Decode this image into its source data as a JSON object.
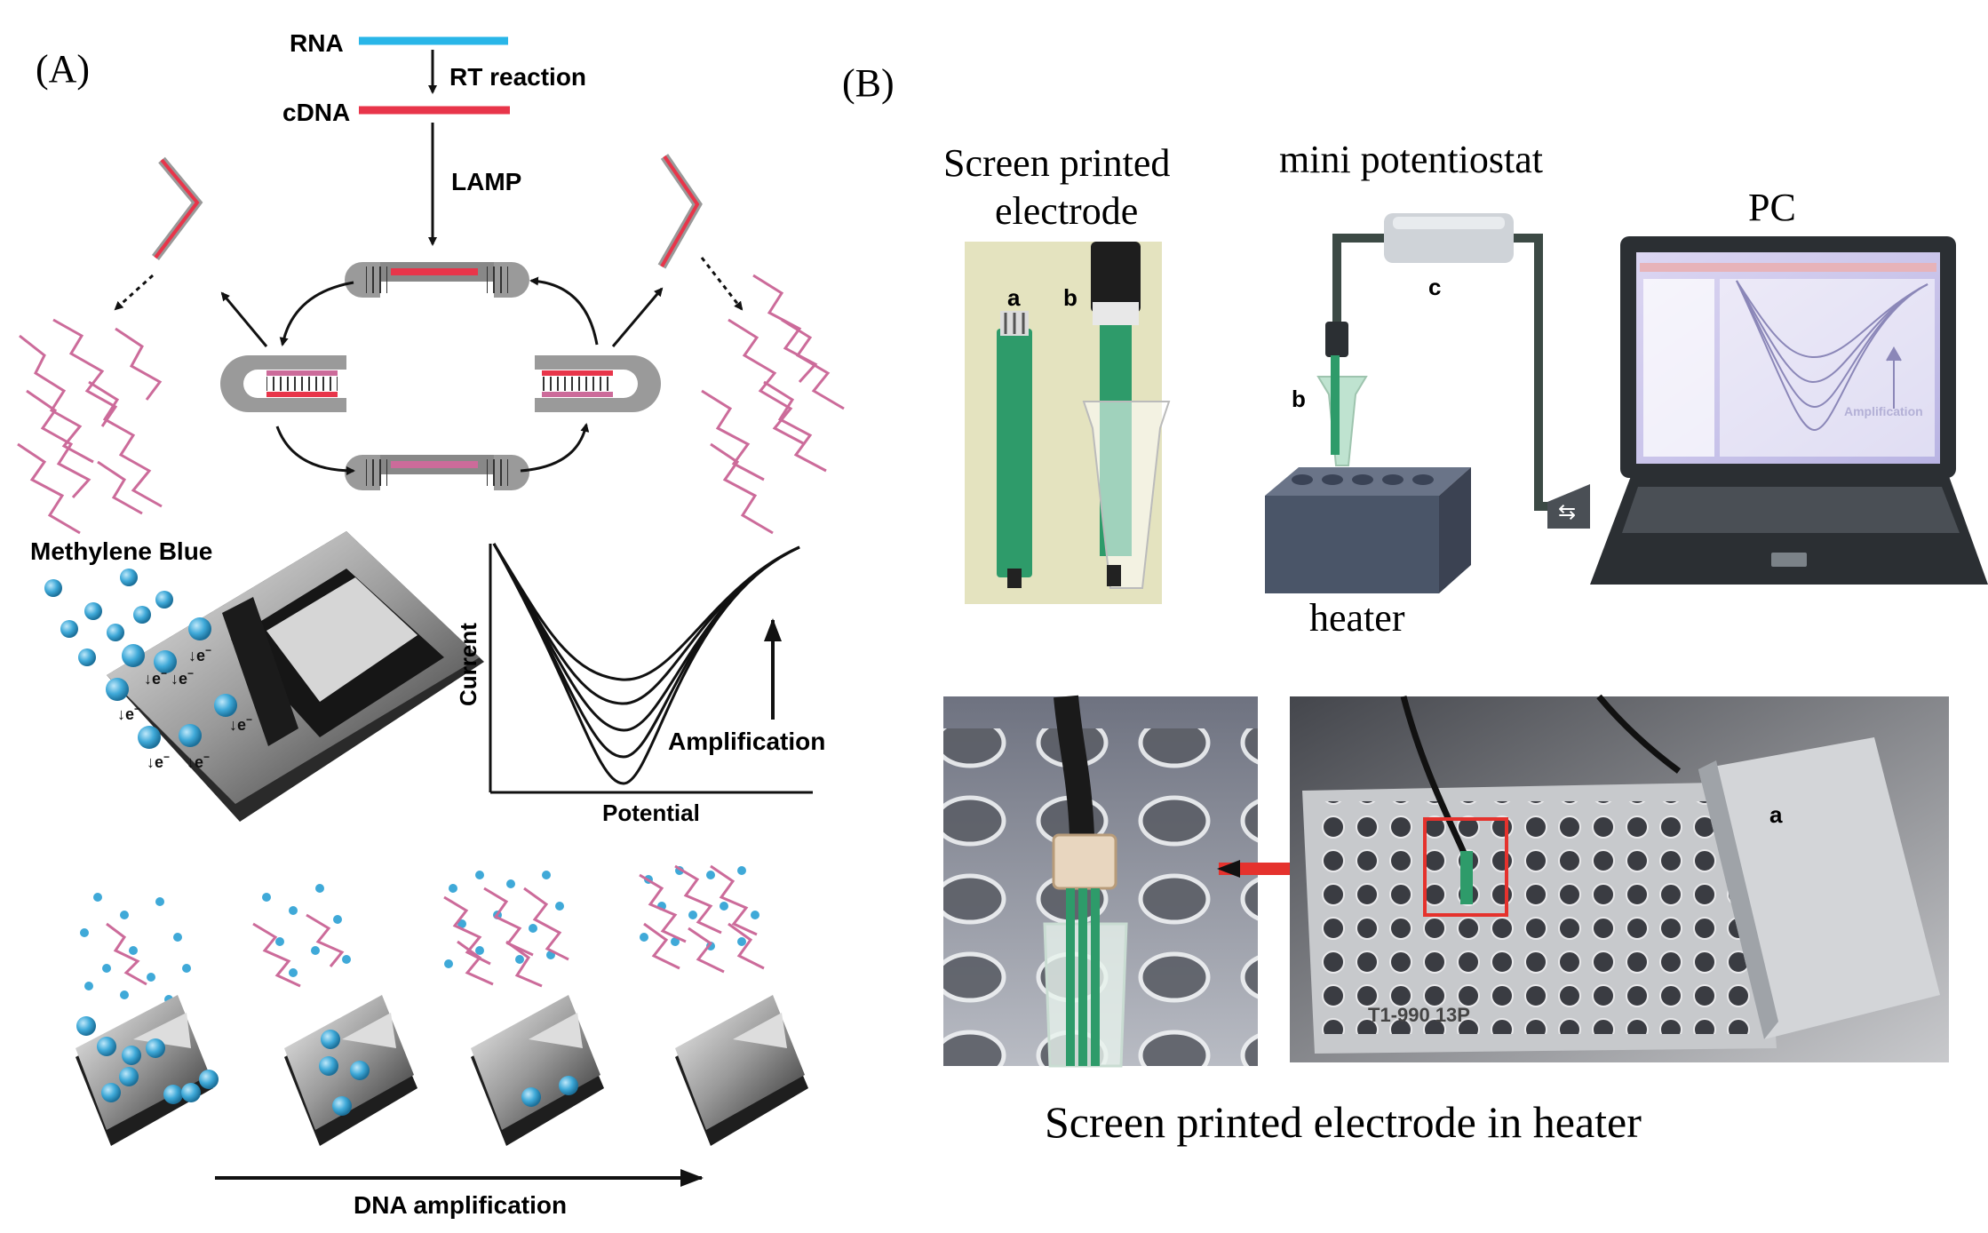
{
  "panel_a": {
    "label": "(A)",
    "rna": "RNA",
    "rt_reaction": "RT reaction",
    "cdna": "cDNA",
    "lamp": "LAMP",
    "methylene_blue": "Methylene Blue",
    "electron": "e",
    "electron_sup": "−",
    "current": "Current",
    "potential": "Potential",
    "amplification": "Amplification",
    "dna_amplification": "DNA amplification"
  },
  "panel_b": {
    "label": "(B)",
    "spe_line1": "Screen printed",
    "spe_line2": "electrode",
    "mini_potentiostat": "mini potentiostat",
    "pc": "PC",
    "heater": "heater",
    "marker_a": "a",
    "marker_b": "b",
    "marker_c": "c",
    "screen_amplification": "Amplification",
    "plate_text": "T1-990    13P",
    "caption": "Screen printed electrode in heater"
  },
  "colors": {
    "rna": "#29b6e8",
    "cdna": "#e8354a",
    "loop_pink": "#cc6b9a",
    "mb_blue": "#3fa9d8",
    "electrode_green": "#2e9b6a",
    "heater": "#4a5568",
    "laptop": "#2b2f33",
    "highlight": "#e5322d"
  }
}
